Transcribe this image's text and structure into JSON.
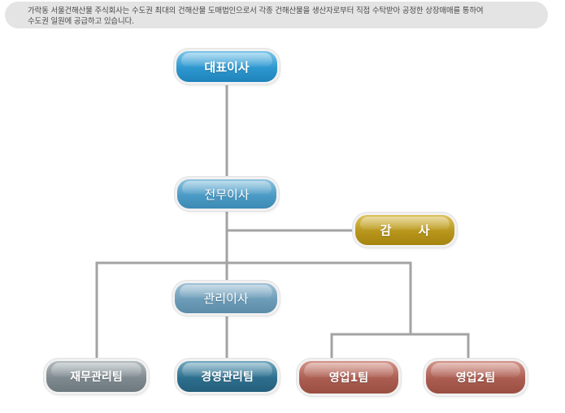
{
  "intro": {
    "line1": "가락동 서울건해산물 주식회사는 수도권 최대의 건해산물 도매법인으로서 각종 건해산물을 생산자로부터 직접 수탁받아 공정한 상장매매를 통하여",
    "line2": "수도권 일원에 공급하고 있습니다."
  },
  "org": {
    "ceo": "대표이사",
    "managing_director": "전무이사",
    "auditor": "감 사",
    "admin_director": "관리이사",
    "finance_team": "재무관리팀",
    "management_team": "경영관리팀",
    "sales_team_1": "영업1팀",
    "sales_team_2": "영업2팀"
  },
  "colors": {
    "connector": "#a3a3a3",
    "ceo": "#2d97cf",
    "auditor": "#b8961c",
    "finance_team": "#7f8a90",
    "management_team": "#2d6f8e",
    "sales_teams": "#aa5c50"
  }
}
